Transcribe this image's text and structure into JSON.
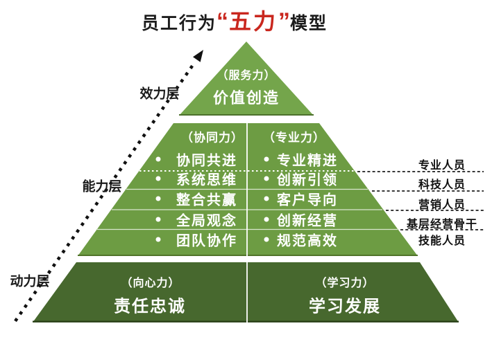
{
  "title": {
    "prefix": "员工行为",
    "quote_open": "“",
    "highlight": "五力",
    "quote_close": "”",
    "suffix": "模型"
  },
  "colors": {
    "triangle_green": "#74a54b",
    "middle_green": "#6d9c43",
    "bottom_green": "#47682e",
    "accent_red": "#c9271e",
    "text_dark": "#1c1c1c",
    "white": "#ffffff"
  },
  "layers": {
    "effect": "效力层",
    "ability": "能力层",
    "drive": "动力层"
  },
  "pyramid": {
    "top": {
      "force": "（服务力）",
      "title": "价值创造"
    },
    "middle": {
      "left": {
        "force": "（协同力）",
        "items": [
          "协同共进",
          "系统思维",
          "整合共赢",
          "全局观念",
          "团队协作"
        ]
      },
      "right": {
        "force": "（专业力）",
        "items": [
          "专业精进",
          "创新引领",
          "客户导向",
          "创新经营",
          "规范高效"
        ]
      }
    },
    "bottom": {
      "left": {
        "force": "（向心力）",
        "title": "责任忠诚"
      },
      "right": {
        "force": "（学习力）",
        "title": "学习发展"
      }
    }
  },
  "right_labels": [
    "专业人员",
    "科技人员",
    "营销人员",
    "基层经营骨干",
    "技能人员"
  ]
}
